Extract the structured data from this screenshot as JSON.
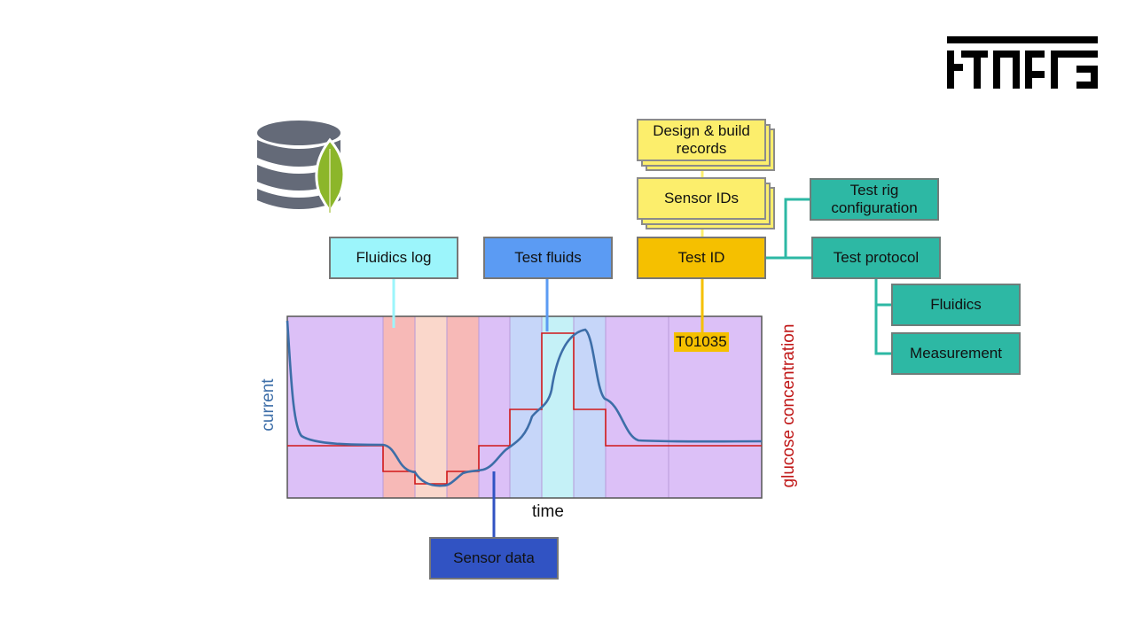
{
  "nodes": {
    "fluidics_log": "Fluidics log",
    "test_fluids": "Test fluids",
    "sensor_data": "Sensor data",
    "design_build_line1": "Design & build",
    "design_build_line2": "records",
    "sensor_ids": "Sensor IDs",
    "test_id": "Test ID",
    "test_rig_line1": "Test rig",
    "test_rig_line2": "configuration",
    "test_protocol": "Test protocol",
    "fluidics": "Fluidics",
    "measurement": "Measurement"
  },
  "chart": {
    "x_label": "time",
    "y_left_label": "current",
    "y_right_label": "glucose concentration",
    "test_id_value": "T01035"
  },
  "colors": {
    "current_line": "#3d6ea8",
    "glucose_line": "#d01818",
    "connector_teal": "#2db8a4",
    "connector_gold": "#f5c000"
  },
  "icons": {
    "database": "database-leaf-icon",
    "logo": "pixel-logo-icon"
  }
}
